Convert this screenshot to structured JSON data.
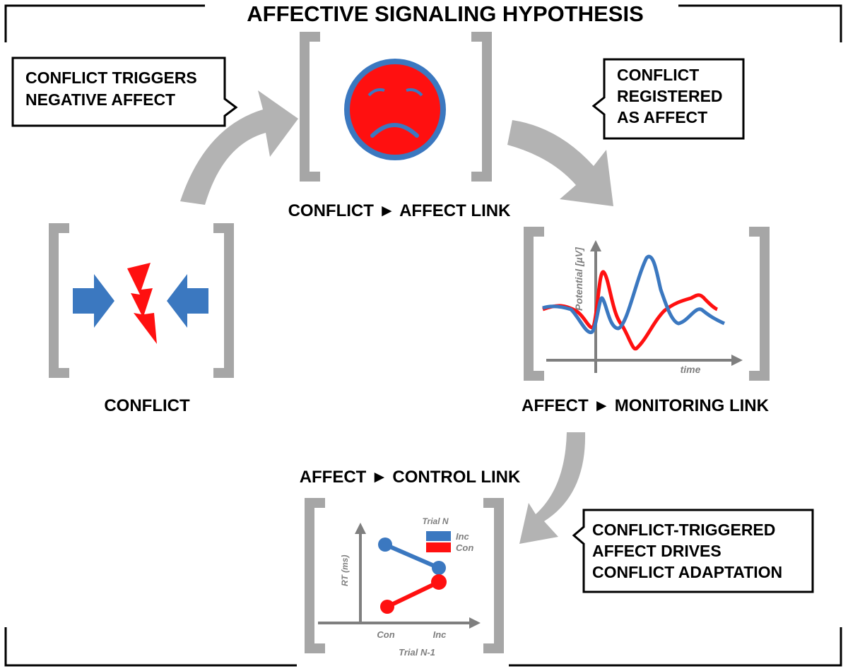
{
  "title": "AFFECTIVE SIGNALING HYPOTHESIS",
  "nodes": {
    "conflict": {
      "label": "CONFLICT"
    },
    "affect_link": {
      "label": "CONFLICT ► AFFECT LINK"
    },
    "monitoring_link": {
      "label": "AFFECT ► MONITORING  LINK"
    },
    "control_link": {
      "label": "AFFECT ► CONTROL  LINK"
    }
  },
  "callouts": {
    "triggers": [
      "CONFLICT TRIGGERS",
      "NEGATIVE AFFECT"
    ],
    "registered": [
      "CONFLICT",
      "REGISTERED",
      "AS AFFECT"
    ],
    "drives": [
      "CONFLICT-TRIGGERED",
      "AFFECT DRIVES",
      "CONFLICT ADAPTATION"
    ]
  },
  "erp_plot": {
    "ylabel": "Potential [µV]",
    "xlabel": "time"
  },
  "rt_plot": {
    "ylabel": "RT (ms)",
    "xlabel": "Trial N-1",
    "x_ticks": [
      "Con",
      "Inc"
    ],
    "legend_title": "Trial N",
    "legend": [
      {
        "name": "Inc",
        "color": "#3b78c0"
      },
      {
        "name": "Con",
        "color": "#ff1010"
      }
    ]
  },
  "colors": {
    "blue": "#3b78c0",
    "red": "#ff1010",
    "bracket_gray": "#a6a6a6",
    "arrow_gray": "#b3b3b3",
    "frame": "#000000"
  }
}
